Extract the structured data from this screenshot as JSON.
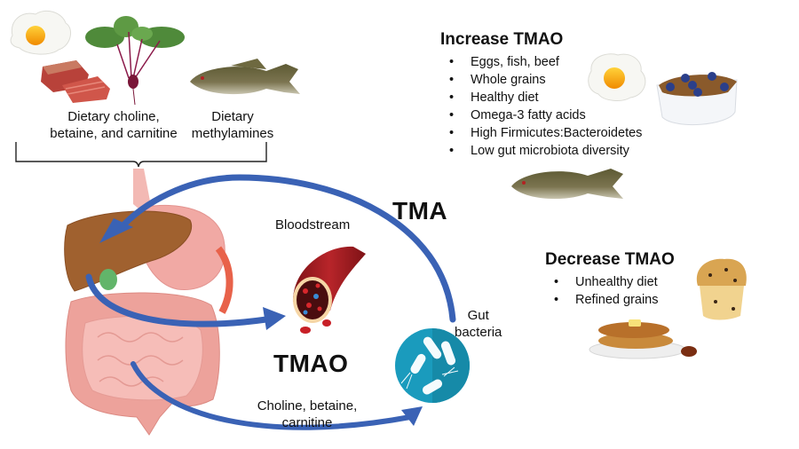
{
  "sources": {
    "choline_label_line1": "Dietary choline,",
    "choline_label_line2": "betaine, and carnitine",
    "methylamines_label_line1": "Dietary",
    "methylamines_label_line2": "methylamines"
  },
  "diagram": {
    "tma_label": "TMA",
    "tmao_label": "TMAO",
    "bloodstream_label": "Bloodstream",
    "gut_bacteria_line1": "Gut",
    "gut_bacteria_line2": "bacteria",
    "precursors_line1": "Choline, betaine,",
    "precursors_line2": "carnitine"
  },
  "increase": {
    "title": "Increase TMAO",
    "items": [
      "Eggs, fish, beef",
      "Whole grains",
      "Healthy diet",
      "Omega-3 fatty acids",
      "High Firmicutes:Bacteroidetes",
      "Low gut microbiota diversity"
    ]
  },
  "decrease": {
    "title": "Decrease TMAO",
    "items": [
      "Unhealthy diet",
      "Refined grains"
    ]
  },
  "colors": {
    "arrow": "#3a62b5",
    "liver": "#a0612f",
    "intestine": "#f2b3ad",
    "bacteria_circle": "#1a9bbd",
    "blood_vessel": "#9c1b1f"
  }
}
